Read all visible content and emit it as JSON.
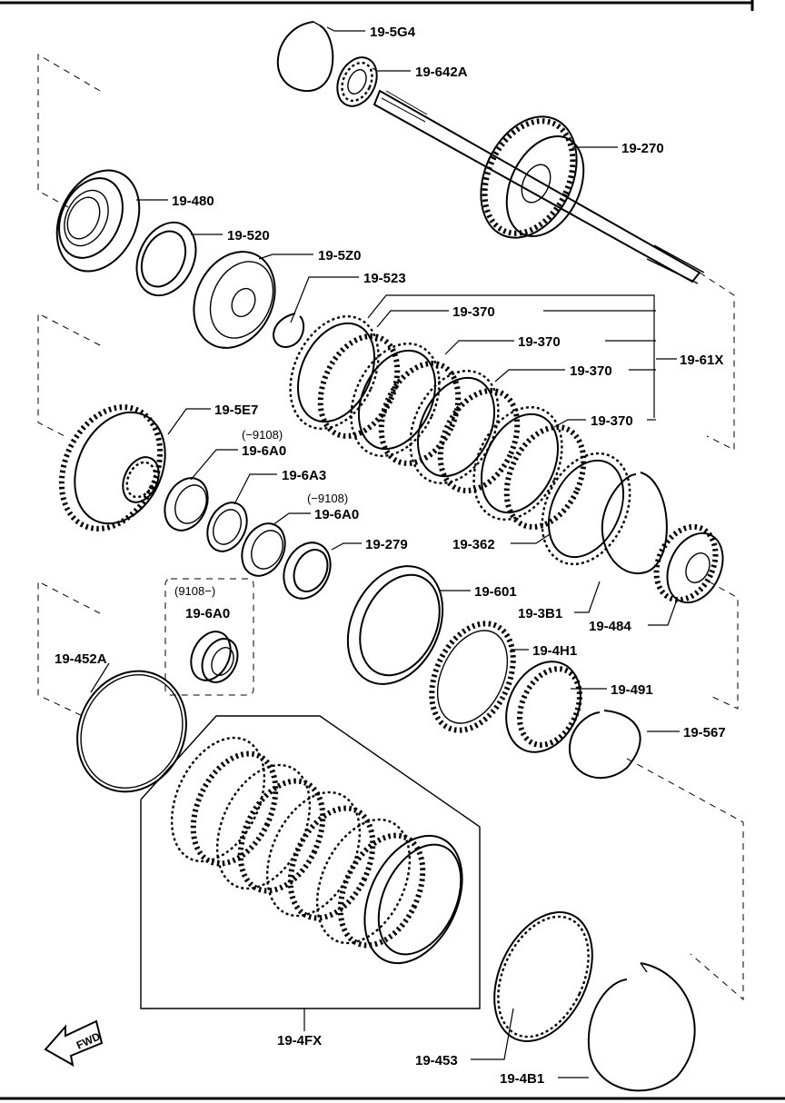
{
  "labels": {
    "p_19_5G4": "19-5G4",
    "p_19_642A": "19-642A",
    "p_19_270": "19-270",
    "p_19_480": "19-480",
    "p_19_520": "19-520",
    "p_19_5Z0": "19-5Z0",
    "p_19_523": "19-523",
    "p_19_370_a": "19-370",
    "p_19_370_b": "19-370",
    "p_19_370_c": "19-370",
    "p_19_370_d": "19-370",
    "p_19_61X": "19-61X",
    "p_19_5E7": "19-5E7",
    "p_19_6A0_a": "19-6A0",
    "p_19_6A3": "19-6A3",
    "p_19_6A0_b": "19-6A0",
    "p_19_279": "19-279",
    "p_19_362": "19-362",
    "p_19_601": "19-601",
    "p_19_3B1": "19-3B1",
    "p_19_484": "19-484",
    "p_19_6A0_c": "19-6A0",
    "p_19_452A": "19-452A",
    "p_19_4H1": "19-4H1",
    "p_19_491": "19-491",
    "p_19_567": "19-567",
    "p_19_4FX": "19-4FX",
    "p_19_453": "19-453",
    "p_19_4B1": "19-4B1"
  },
  "notes": {
    "note_a": "(−9108)",
    "note_b": "(−9108)",
    "note_c": "(9108−)"
  },
  "fwd": "FWD"
}
